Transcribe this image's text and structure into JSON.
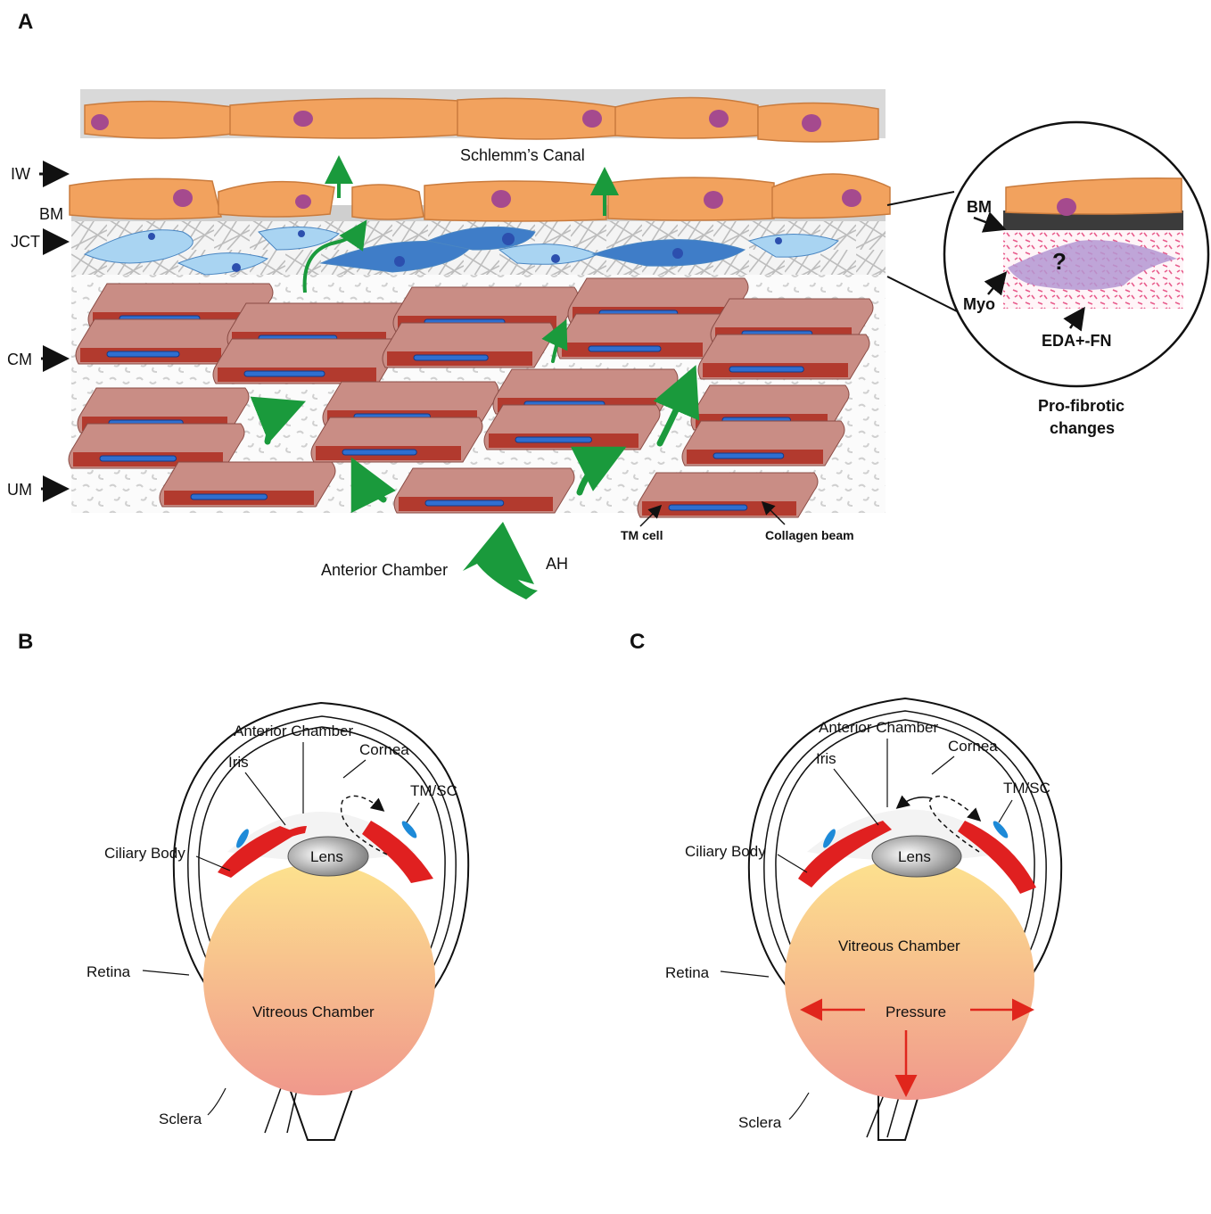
{
  "panel_a": {
    "letter": "A",
    "layers": [
      "IW",
      "BM",
      "JCT",
      "CM",
      "UM"
    ],
    "schlemm_label": "Schlemm’s Canal",
    "anterior_chamber_label": "Anterior Chamber",
    "ah_label": "AH",
    "tm_cell_label": "TM cell",
    "collagen_label": "Collagen beam",
    "inset": {
      "bm": "BM",
      "question": "?",
      "myo": "Myo",
      "eda": "EDA+-FN",
      "caption_line1": "Pro-fibrotic",
      "caption_line2": "changes"
    },
    "colors": {
      "cell_orange": "#f2a25e",
      "nucleus": "#a54a8e",
      "jct_cell": "#78b9e3",
      "beam": "#c98d85",
      "beam_core": "#b23a2e",
      "flow_green": "#1a9a3c"
    }
  },
  "panel_b": {
    "letter": "B",
    "labels": {
      "anterior_chamber": "Anterior Chamber",
      "cornea": "Cornea",
      "iris": "Iris",
      "tmsc": "TM/SC",
      "ciliary": "Ciliary Body",
      "lens": "Lens",
      "retina": "Retina",
      "vitreous": "Vitreous Chamber",
      "sclera": "Sclera"
    }
  },
  "panel_c": {
    "letter": "C",
    "labels": {
      "anterior_chamber": "Anterior Chamber",
      "cornea": "Cornea",
      "iris": "Iris",
      "tmsc": "TM/SC",
      "ciliary": "Ciliary Body",
      "lens": "Lens",
      "vitreous": "Vitreous Chamber",
      "pressure": "Pressure",
      "retina": "Retina",
      "sclera": "Sclera"
    },
    "colors": {
      "pressure_arrow": "#e0261c"
    }
  }
}
